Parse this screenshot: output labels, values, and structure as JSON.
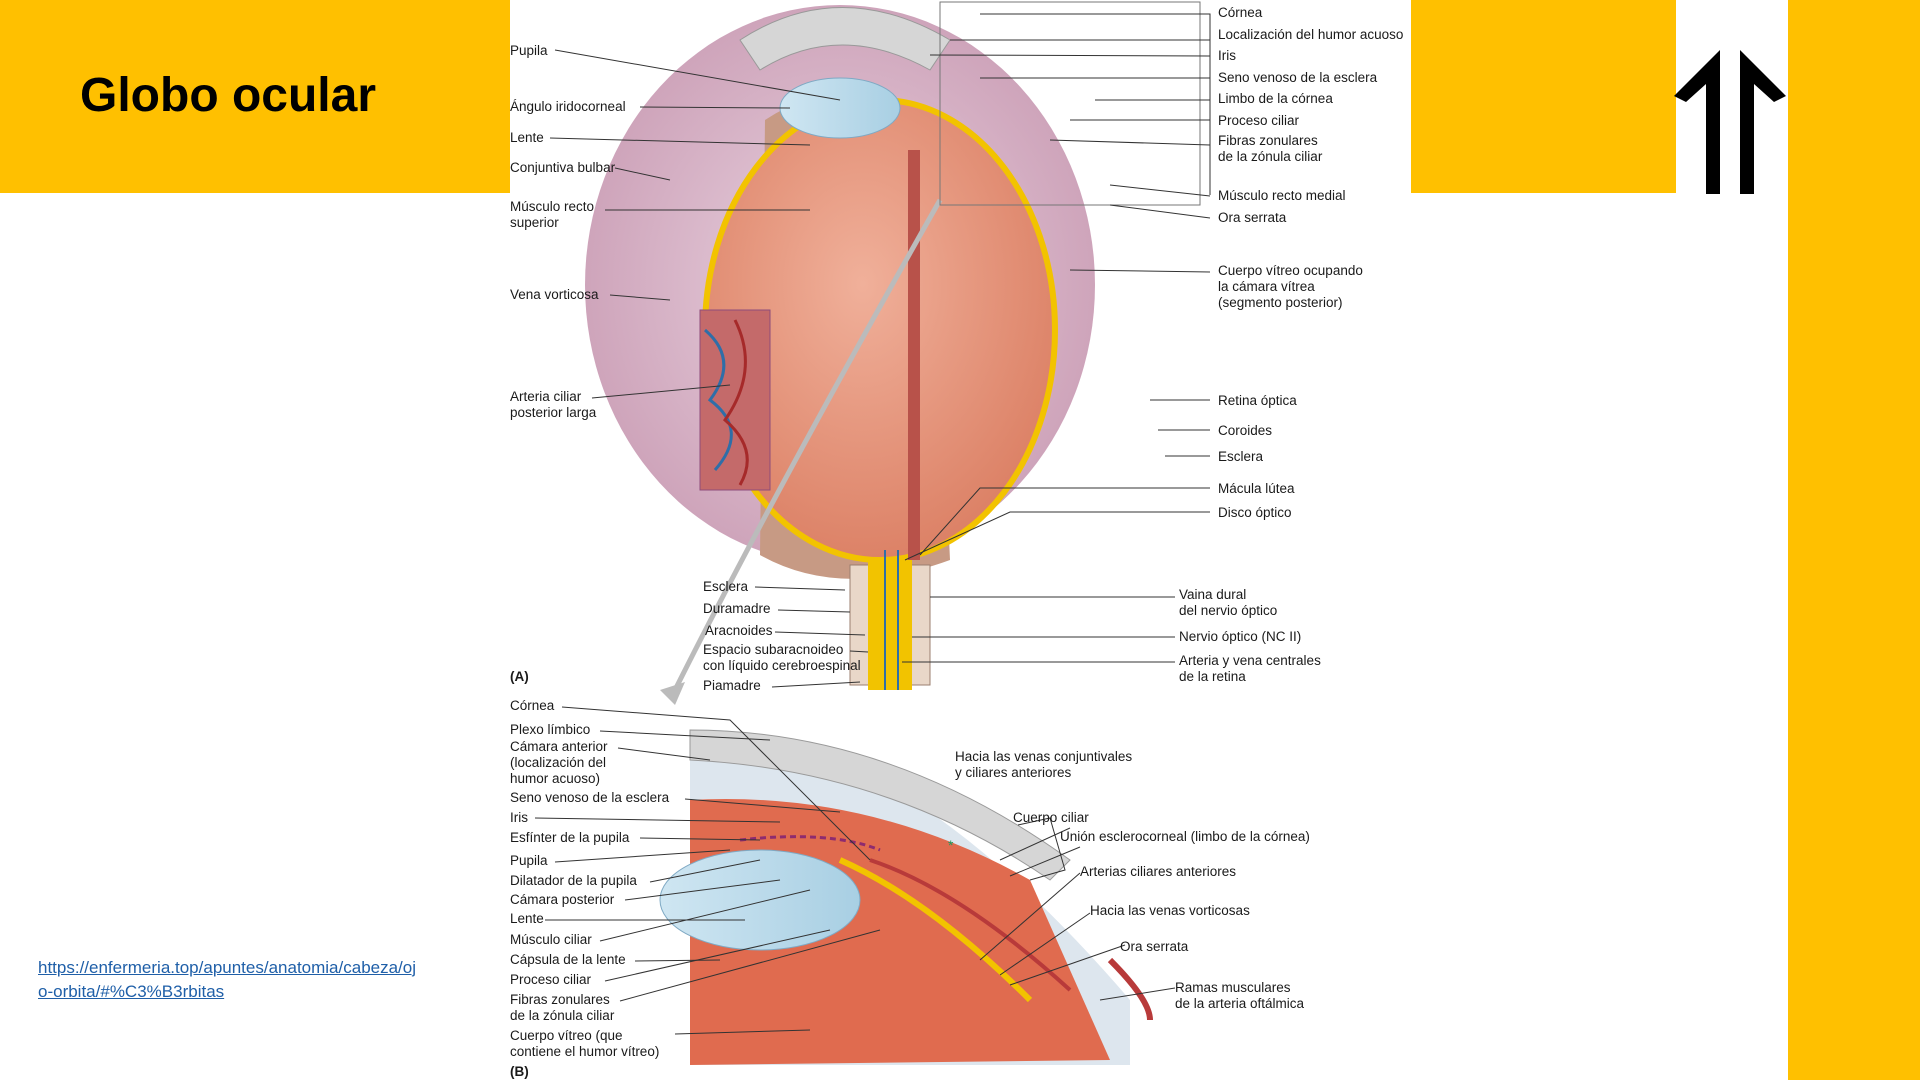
{
  "slide": {
    "title": "Globo ocular",
    "source_url": "https://enfermeria.top/apuntes/anatomia/cabeza/ojo-orbita/#%C3%B3rbitas",
    "colors": {
      "accent": "#FFC000",
      "link": "#1F5FA8"
    },
    "logo_icon": "double-arrow-up-icon"
  },
  "figure_a": {
    "panel_label": "(A)",
    "left_labels": {
      "pupila": "Pupila",
      "angulo": "Ángulo iridocorneal",
      "lente": "Lente",
      "conjuntiva": "Conjuntiva bulbar",
      "recto_superior": "Músculo recto\nsuperior",
      "vena_vorticosa": "Vena vorticosa",
      "arteria_ciliar": "Arteria ciliar\nposterior larga"
    },
    "right_labels": {
      "cornea": "Córnea",
      "humor_acuoso": "Localización del humor acuoso",
      "iris": "Iris",
      "seno_venoso": "Seno venoso de la esclera",
      "limbo": "Limbo de la córnea",
      "proceso_ciliar": "Proceso ciliar",
      "fibras_zonulares": "Fibras zonulares\nde la zónula ciliar",
      "recto_medial": "Músculo recto medial",
      "ora_serrata": "Ora serrata",
      "cuerpo_vitreo": "Cuerpo vítreo ocupando\nla cámara vítrea\n(segmento posterior)",
      "retina": "Retina óptica",
      "coroides": "Coroides",
      "esclera": "Esclera",
      "macula": "Mácula lútea",
      "disco": "Disco óptico"
    },
    "nerve_left_labels": {
      "esclera": "Esclera",
      "duramadre": "Duramadre",
      "aracnoides": "Aracnoides",
      "espacio": "Espacio subaracnoideo\ncon líquido cerebroespinal",
      "piamadre": "Piamadre"
    },
    "nerve_right_labels": {
      "vaina": "Vaina dural\ndel nervio óptico",
      "nervio": "Nervio óptico (NC II)",
      "arteria_vena": "Arteria y vena centrales\nde la retina"
    }
  },
  "figure_b": {
    "panel_label": "(B)",
    "left_labels": {
      "cornea": "Córnea",
      "plexo": "Plexo límbico",
      "camara_anterior": "Cámara anterior\n(localización del\nhumor acuoso)",
      "seno": "Seno venoso de la esclera",
      "iris": "Iris",
      "esfinter": "Esfínter de la pupila",
      "pupila": "Pupila",
      "dilatador": "Dilatador de la pupila",
      "camara_posterior": "Cámara posterior",
      "lente": "Lente",
      "musculo_ciliar": "Músculo ciliar",
      "capsula": "Cápsula de la lente",
      "proceso": "Proceso ciliar",
      "fibras": "Fibras zonulares\nde la zónula ciliar",
      "vitreo": "Cuerpo vítreo (que\ncontiene el humor vítreo)"
    },
    "right_labels": {
      "hacia_conj": "Hacia las venas conjuntivales\ny ciliares anteriores",
      "cuerpo_ciliar": "Cuerpo ciliar",
      "union": "Unión esclerocorneal (limbo de la córnea)",
      "arterias": "Arterias ciliares anteriores",
      "hacia_vort": "Hacia las venas vorticosas",
      "ora": "Ora serrata",
      "ramas": "Ramas musculares\nde la arteria oftálmica"
    }
  }
}
